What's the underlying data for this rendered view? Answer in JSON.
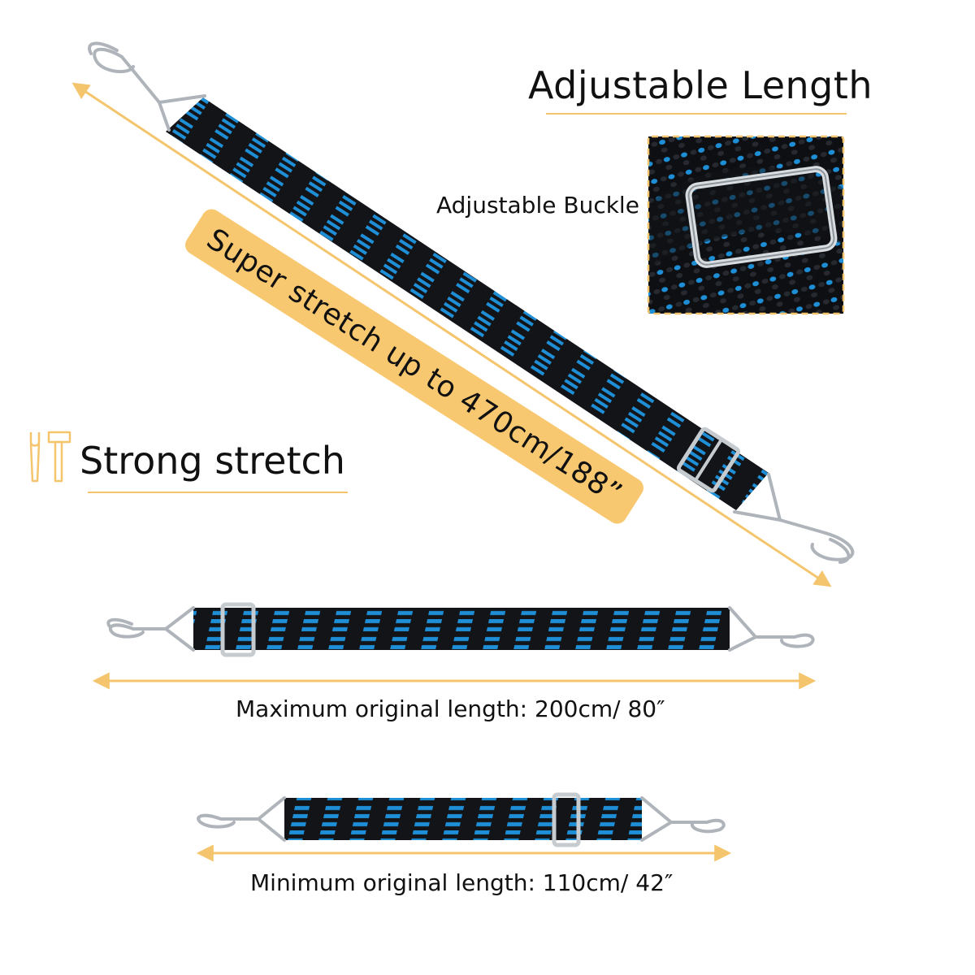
{
  "headline": "Adjustable Length",
  "buckle_label": "Adjustable Buckle",
  "stretch_label": "Super stretch  up to 470cm/188”",
  "strong_label": "Strong stretch",
  "max_label": "Maximum original length: 200cm/ 80″",
  "min_label": "Minimum original length: 110cm/ 42″",
  "colors": {
    "accent": "#f4c56c",
    "strap_black": "#121418",
    "strap_blue": "#1e8fd6",
    "hook_silver": "#b9bec4",
    "pill": "#f8c870"
  },
  "icons": [
    "wrench-icon",
    "hammer-icon"
  ]
}
